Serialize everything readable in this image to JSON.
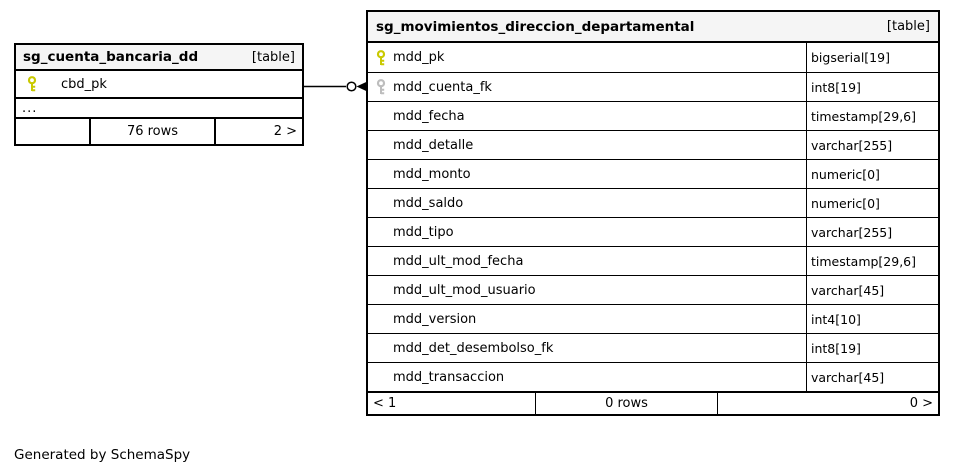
{
  "page": {
    "footer_note": "Generated by SchemaSpy"
  },
  "colors": {
    "primary_key_icon": "#c9c900",
    "foreign_key_icon": "#bdbdbd",
    "header_background": "#f5f5f5",
    "border": "#000000",
    "background": "#ffffff"
  },
  "tables": [
    {
      "title": "sg_cuenta_bancaria_dd",
      "badge": "[table]",
      "columns": [
        {
          "name": "cbd_pk",
          "icon": "primary-key",
          "type": ""
        }
      ],
      "ellipsis": "...",
      "footer": {
        "left": "",
        "center": "76 rows",
        "right": "2 >"
      }
    },
    {
      "title": "sg_movimientos_direccion_departamental",
      "badge": "[table]",
      "columns": [
        {
          "name": "mdd_pk",
          "icon": "primary-key",
          "type": "bigserial[19]"
        },
        {
          "name": "mdd_cuenta_fk",
          "icon": "foreign-key",
          "type": "int8[19]"
        },
        {
          "name": "mdd_fecha",
          "icon": "",
          "type": "timestamp[29,6]"
        },
        {
          "name": "mdd_detalle",
          "icon": "",
          "type": "varchar[255]"
        },
        {
          "name": "mdd_monto",
          "icon": "",
          "type": "numeric[0]"
        },
        {
          "name": "mdd_saldo",
          "icon": "",
          "type": "numeric[0]"
        },
        {
          "name": "mdd_tipo",
          "icon": "",
          "type": "varchar[255]"
        },
        {
          "name": "mdd_ult_mod_fecha",
          "icon": "",
          "type": "timestamp[29,6]"
        },
        {
          "name": "mdd_ult_mod_usuario",
          "icon": "",
          "type": "varchar[45]"
        },
        {
          "name": "mdd_version",
          "icon": "",
          "type": "int4[10]"
        },
        {
          "name": "mdd_det_desembolso_fk",
          "icon": "",
          "type": "int8[19]"
        },
        {
          "name": "mdd_transaccion",
          "icon": "",
          "type": "varchar[45]"
        }
      ],
      "footer": {
        "left": "< 1",
        "center": "0 rows",
        "right": "0 >"
      }
    }
  ],
  "relationship": {
    "from_table": "sg_cuenta_bancaria_dd",
    "from_column": "cbd_pk",
    "to_table": "sg_movimientos_direccion_departamental",
    "to_column": "mdd_cuenta_fk",
    "end_glyphs": [
      "open-circle",
      "filled-arrowhead-left"
    ]
  }
}
